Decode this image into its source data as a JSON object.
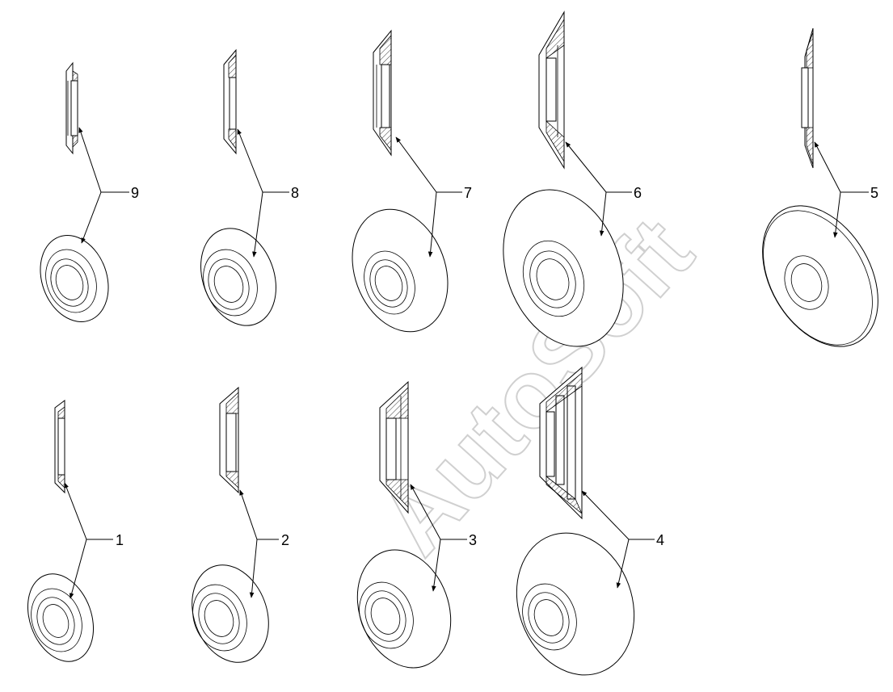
{
  "watermark": "AutoSoft",
  "parts": [
    {
      "id": "part-9",
      "label": "9"
    },
    {
      "id": "part-8",
      "label": "8"
    },
    {
      "id": "part-7",
      "label": "7"
    },
    {
      "id": "part-6",
      "label": "6"
    },
    {
      "id": "part-5",
      "label": "5"
    },
    {
      "id": "part-1",
      "label": "1"
    },
    {
      "id": "part-2",
      "label": "2"
    },
    {
      "id": "part-3",
      "label": "3"
    },
    {
      "id": "part-4",
      "label": "4"
    }
  ]
}
